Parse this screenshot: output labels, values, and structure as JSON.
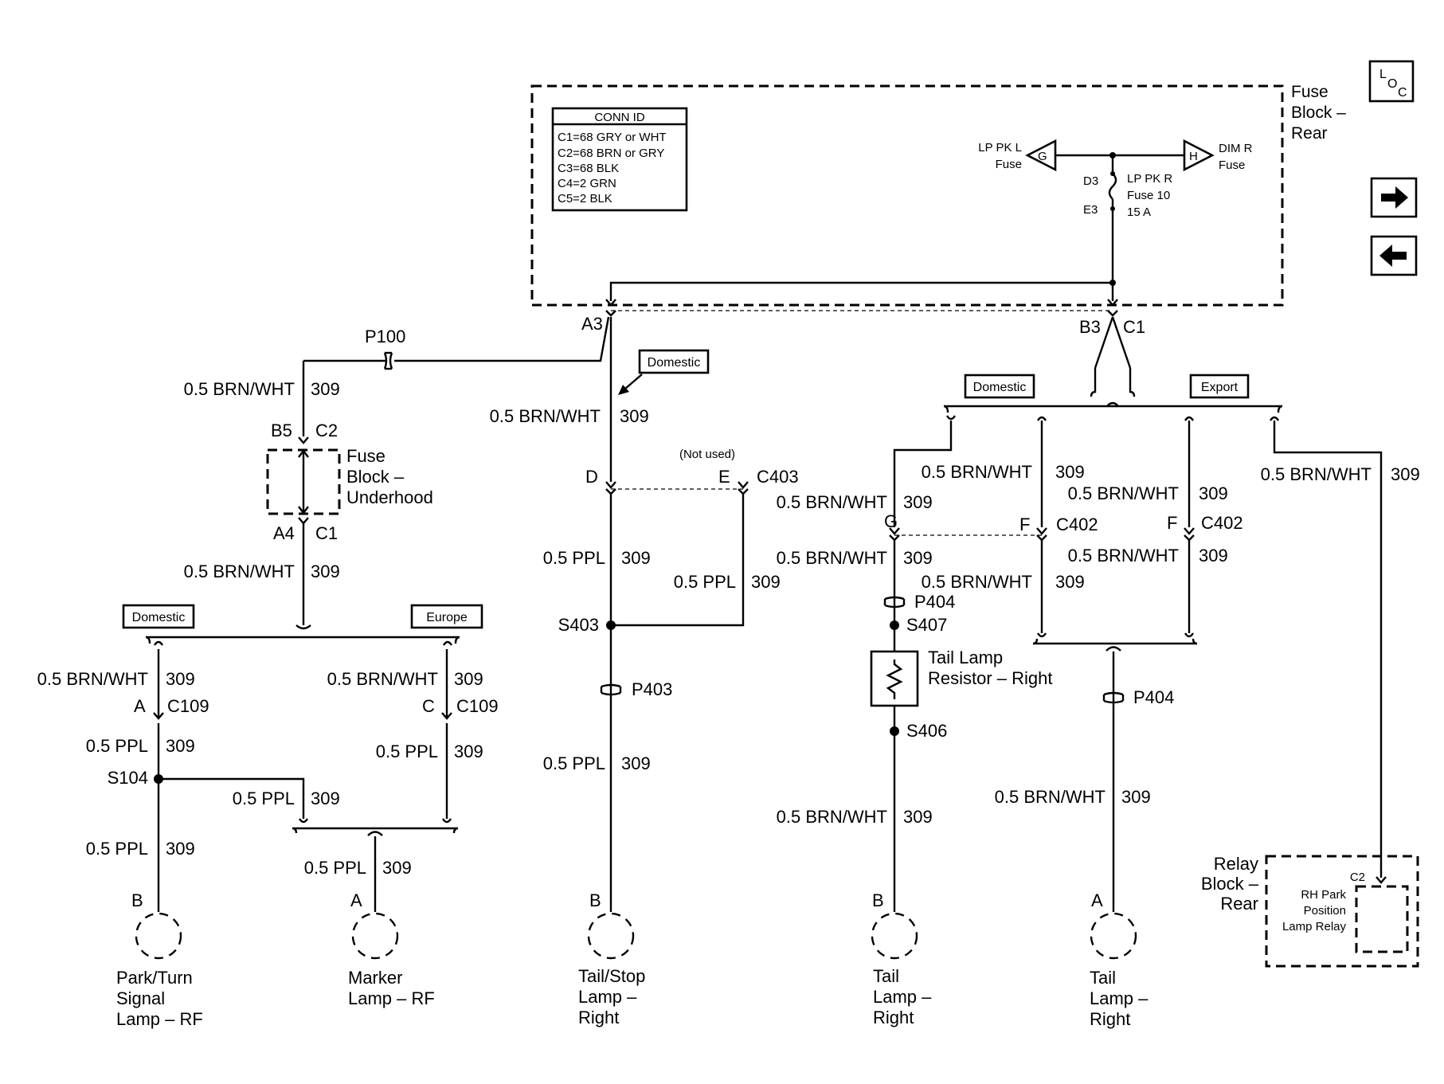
{
  "nav": {
    "loc_l": "L",
    "loc_o": "O",
    "loc_c": "C",
    "forward_icon": "arrow-right-icon",
    "back_icon": "arrow-left-icon"
  },
  "fuse_rear": {
    "l1": "Fuse",
    "l2": "Block –",
    "l3": "Rear"
  },
  "conn": {
    "header": "CONN ID",
    "c1": "C1=68 GRY or WHT",
    "c2": "C2=68 BRN or GRY",
    "c3": "C3=68 BLK",
    "c4": "C4=2 GRN",
    "c5": "C5=2 BLK"
  },
  "fuse_top": {
    "lpl1": "LP PK L",
    "lpl2": "Fuse",
    "g": "G",
    "h": "H",
    "dim1": "DIM R",
    "dim2": "Fuse",
    "d3": "D3",
    "e3": "E3",
    "lpr1": "LP PK R",
    "lpr2": "Fuse 10",
    "lpr3": "15 A"
  },
  "conns": {
    "a3": "A3",
    "b3": "B3",
    "c1": "C1",
    "p100": "P100",
    "b5": "B5",
    "c2": "C2",
    "a4": "A4",
    "c1b": "C1",
    "d": "D",
    "e": "E",
    "c403": "C403",
    "notused": "(Not used)",
    "g": "G",
    "f1": "F",
    "c402a": "C402",
    "f2": "F",
    "c402b": "C402",
    "a": "A",
    "c109a": "C109",
    "c": "C",
    "c109b": "C109",
    "p404a": "P404",
    "p403": "P403",
    "p404b": "P404",
    "s403": "S403",
    "s104": "S104",
    "s407": "S407",
    "s406": "S406",
    "relay_c2": "C2"
  },
  "wire": {
    "bw": "0.5 BRN/WHT",
    "ppl": "0.5 PPL",
    "c309": "309"
  },
  "tags": {
    "domestic": "Domestic",
    "europe": "Europe",
    "export": "Export"
  },
  "fuse_uh": {
    "l1": "Fuse",
    "l2": "Block –",
    "l3": "Underhood"
  },
  "resistor": {
    "l1": "Tail Lamp",
    "l2": "Resistor – Right"
  },
  "relay_block": {
    "l1": "Relay",
    "l2": "Block –",
    "l3": "Rear"
  },
  "relay": {
    "l1": "RH Park",
    "l2": "Position",
    "l3": "Lamp Relay"
  },
  "lamps": {
    "pins": {
      "l1": "B",
      "l2": "A",
      "l3": "B",
      "l4": "B",
      "l5": "A"
    },
    "park": {
      "l1": "Park/Turn",
      "l2": "Signal",
      "l3": "Lamp – RF"
    },
    "marker": {
      "l1": "Marker",
      "l2": "Lamp – RF"
    },
    "stop": {
      "l1": "Tail/Stop",
      "l2": "Lamp –",
      "l3": "Right"
    },
    "tail1": {
      "l1": "Tail",
      "l2": "Lamp –",
      "l3": "Right"
    },
    "tail2": {
      "l1": "Tail",
      "l2": "Lamp –",
      "l3": "Right"
    }
  }
}
